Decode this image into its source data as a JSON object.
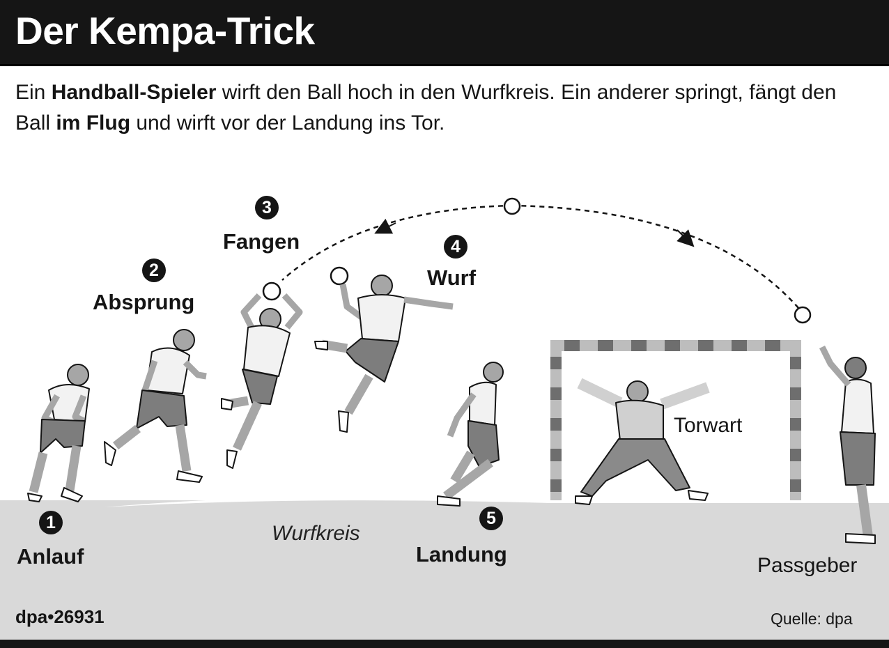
{
  "header": {
    "title": "Der Kempa-Trick"
  },
  "intro": [
    {
      "text": "Ein ",
      "bold": false
    },
    {
      "text": "Handball-Spieler",
      "bold": true
    },
    {
      "text": " wirft den Ball hoch in den Wurfkreis. Ein anderer springt, fängt den Ball ",
      "bold": false
    },
    {
      "text": "im Flug",
      "bold": true
    },
    {
      "text": " und wirft vor der Landung ins Tor.",
      "bold": false
    }
  ],
  "steps": [
    {
      "number": "1",
      "label": "Anlauf"
    },
    {
      "number": "2",
      "label": "Absprung"
    },
    {
      "number": "3",
      "label": "Fangen"
    },
    {
      "number": "4",
      "label": "Wurf"
    },
    {
      "number": "5",
      "label": "Landung"
    }
  ],
  "labels": {
    "area": "Wurfkreis",
    "goalkeeper": "Torwart",
    "passer": "Passgeber"
  },
  "footer": {
    "credit": "dpa•26931",
    "source": "Quelle: dpa"
  },
  "colors": {
    "header_bg": "#151515",
    "floor": "#d9d9d9",
    "jersey": "#f2f2f2",
    "shorts": "#7d7d7d",
    "skin": "#a6a6a6",
    "goal_frame": "#8a8a8a"
  }
}
